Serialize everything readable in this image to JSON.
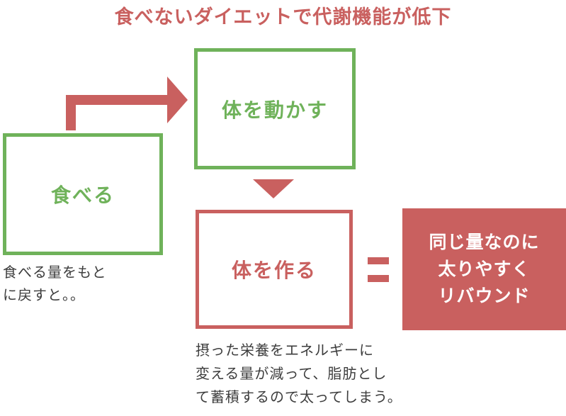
{
  "colors": {
    "red": "#C9605F",
    "green": "#6FB25A",
    "text": "#3D3D3D",
    "white": "#FFFFFF"
  },
  "title": "食べないダイエットで代謝機能が低下",
  "nodes": {
    "eat": "食べる",
    "move": "体を動かす",
    "build": "体を作る"
  },
  "result_lines": [
    "同じ量なのに",
    "太りやすく",
    "リバウンド"
  ],
  "notes": {
    "eat_lines": [
      "食べる量をもと",
      "に戻すと。。"
    ],
    "build_lines": [
      "摂った栄養をエネルギーに",
      "変える量が減って、脂肪とし",
      "て蓄積するので太ってしまう。"
    ]
  },
  "icons": {
    "eat_to_move": "elbow-arrow-right-icon",
    "move_to_build": "triangle-down-icon",
    "equals": "equals-icon"
  }
}
